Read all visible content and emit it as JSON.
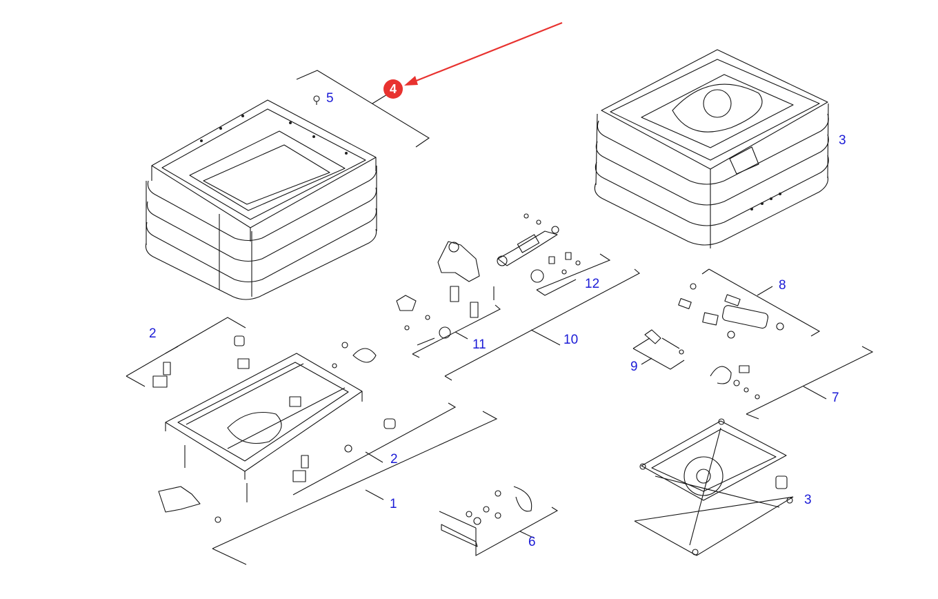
{
  "diagram": {
    "labels": {
      "l1": "1",
      "l2a": "2",
      "l2b": "2",
      "l3a": "3",
      "l3b": "3",
      "l5": "5",
      "l6": "6",
      "l7": "7",
      "l8": "8",
      "l9": "9",
      "l10": "10",
      "l11": "11",
      "l12": "12"
    },
    "highlight": {
      "callout_number": "4",
      "callout_color": "#e8322f",
      "arrow_color": "#e8322f"
    },
    "label_color": "#1a1ad6"
  }
}
